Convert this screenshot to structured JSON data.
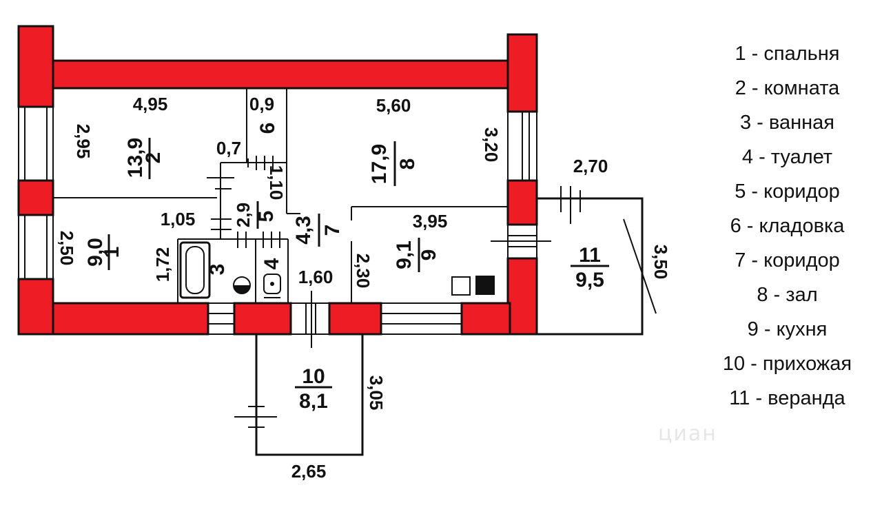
{
  "rooms": [
    {
      "num": "1",
      "area": "9,0"
    },
    {
      "num": "2",
      "area": "13,9"
    },
    {
      "num": "3"
    },
    {
      "num": "4"
    },
    {
      "num": "5",
      "area": "2,9"
    },
    {
      "num": "6",
      "area": "0,9"
    },
    {
      "num": "7",
      "area": "4,3"
    },
    {
      "num": "8",
      "area": "17,9"
    },
    {
      "num": "9",
      "area": "9,1"
    },
    {
      "num": "10",
      "area": "8,1"
    },
    {
      "num": "11",
      "area": "9,5"
    }
  ],
  "dimensions": {
    "d1": "4,95",
    "d2": "2,95",
    "d3": "0,7",
    "d4": "1,10",
    "d5": "5,60",
    "d6": "3,20",
    "d7": "2,70",
    "d8": "3,50",
    "d9": "3,95",
    "d10": "1,05",
    "d11": "2,50",
    "d12": "1,72",
    "d13": "1,60",
    "d14": "2,30",
    "d15": "3,05",
    "d16": "2,65"
  },
  "legend": [
    "1 - спальня",
    "2 - комната",
    "3 - ванная",
    "4 - туалет",
    "5 - коридор",
    "6 - кладовка",
    "7 - коридор",
    "8 - зал",
    "9 - кухня",
    "10 - прихожая",
    "11 - веранда"
  ],
  "watermark": "циан",
  "colors": {
    "wall": "#ee1c24",
    "line": "#111111"
  }
}
